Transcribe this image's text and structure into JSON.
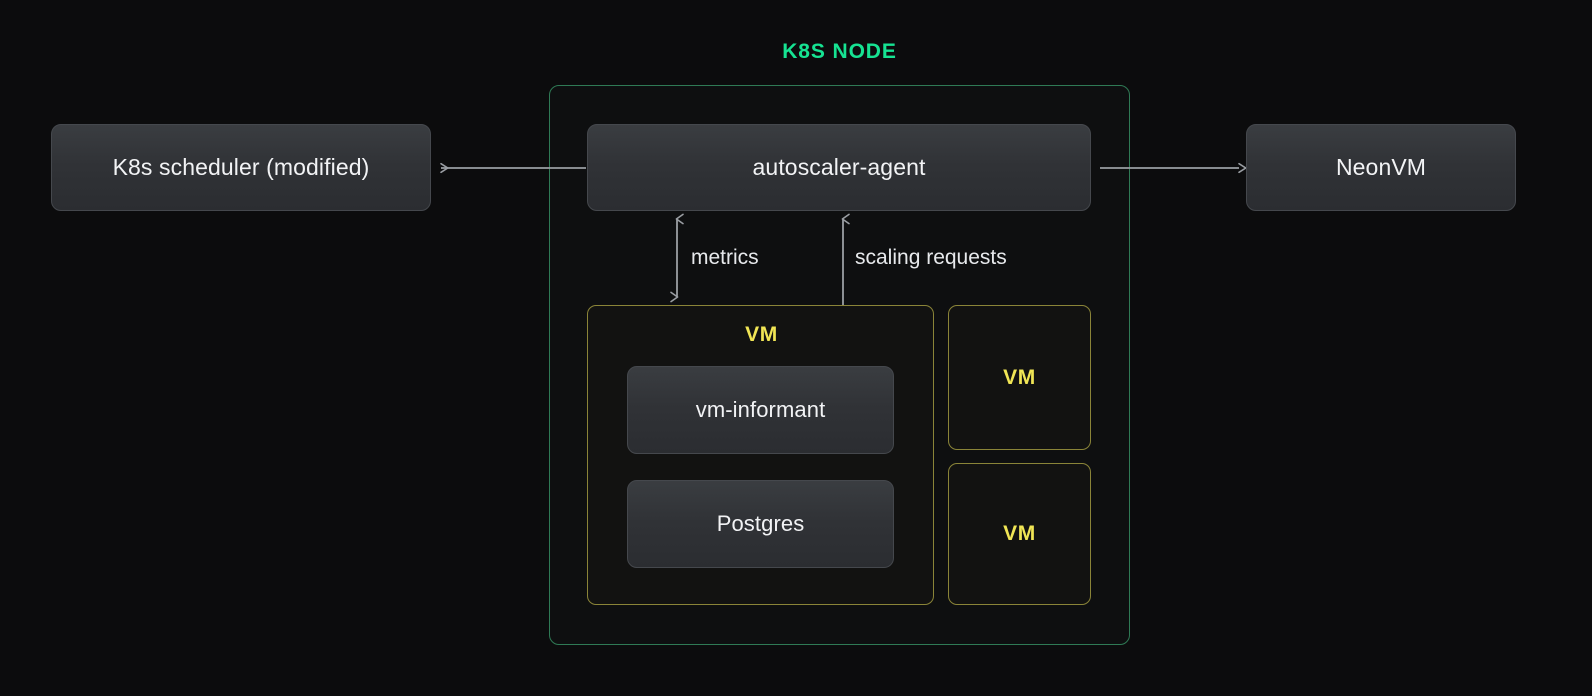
{
  "diagram": {
    "title": "K8S NODE",
    "background_color": "#0c0c0d",
    "accent_green": "#16e392",
    "container_border": "#2f7a55",
    "vm_border": "#8a8438",
    "vm_label_color": "#f0e555",
    "arrow_color": "#9a9ea3",
    "node_fill": "#33363a",
    "text_color": "#f2f3f5"
  },
  "nodes": {
    "scheduler": {
      "label": "K8s scheduler (modified)"
    },
    "agent": {
      "label": "autoscaler-agent"
    },
    "neonvm": {
      "label": "NeonVM"
    },
    "vm_main": {
      "label": "VM"
    },
    "vm_small_1": {
      "label": "VM"
    },
    "vm_small_2": {
      "label": "VM"
    },
    "vm_informant": {
      "label": "vm-informant"
    },
    "postgres": {
      "label": "Postgres"
    }
  },
  "edges": {
    "scheduler_edge": {
      "label": "",
      "direction": "left",
      "from": "autoscaler-agent",
      "to": "K8s scheduler (modified)"
    },
    "neonvm_edge": {
      "label": "",
      "direction": "right",
      "from": "autoscaler-agent",
      "to": "NeonVM"
    },
    "metrics_edge": {
      "label": "metrics",
      "direction": "bidirectional",
      "from": "autoscaler-agent",
      "to": "VM"
    },
    "scaling_edge": {
      "label": "scaling requests",
      "direction": "bidirectional",
      "from": "autoscaler-agent",
      "to": "VM"
    }
  }
}
